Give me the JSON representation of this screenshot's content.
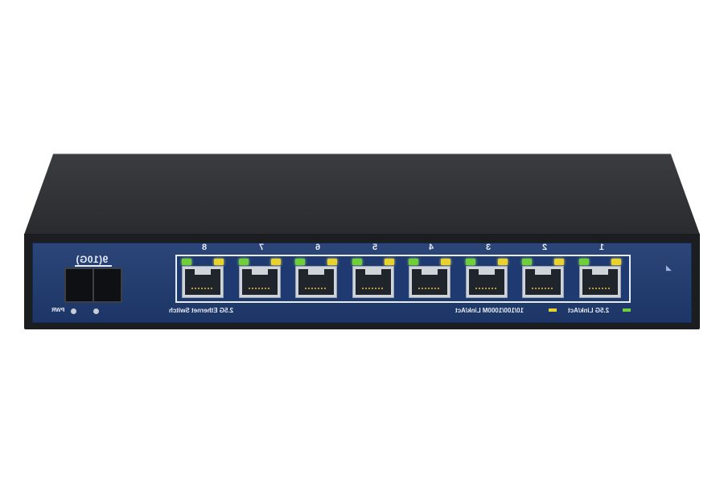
{
  "device": {
    "model_label": "2.5G Ethernet Switch",
    "sfp_label": "9(10G)",
    "power_label": "PWR",
    "legend": {
      "green_label": "2.5G Link/Act",
      "yellow_label": "10/100/1000M Link/Act",
      "green_color": "#6fcf3a",
      "yellow_color": "#e7d230"
    },
    "ports": [
      {
        "number": "8"
      },
      {
        "number": "7"
      },
      {
        "number": "6"
      },
      {
        "number": "5"
      },
      {
        "number": "4"
      },
      {
        "number": "3"
      },
      {
        "number": "2"
      },
      {
        "number": "1"
      }
    ],
    "colors": {
      "faceplate": "#1f3a70",
      "housing": "#1c1d20"
    }
  }
}
